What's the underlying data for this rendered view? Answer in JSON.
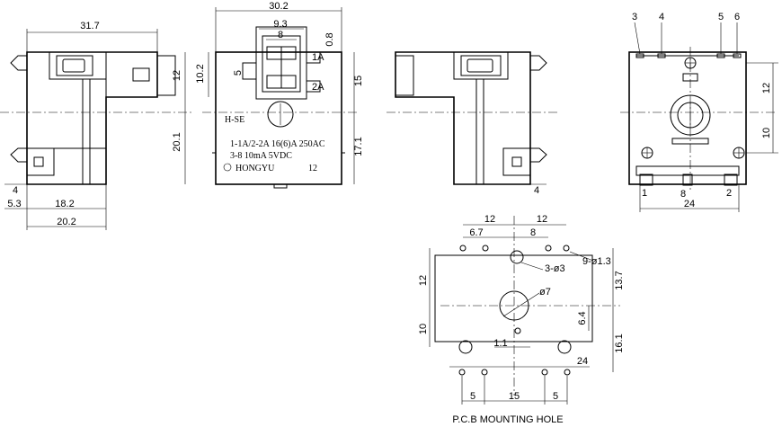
{
  "side_view": {
    "width_top": "31.7",
    "height_top": "12",
    "height_bottom": "20.1",
    "pin": "4",
    "offset": "5.3",
    "inner": "18.2",
    "total": "20.2"
  },
  "front_view": {
    "width": "30.2",
    "inner_width": "9.3",
    "pin_span": "8",
    "gap": "0.8",
    "left_h": "10.2",
    "left_small": "5",
    "right_h": "15",
    "lower_h": "17.1",
    "terminal_1a": "1A",
    "terminal_2a": "2A",
    "model": "H-SE",
    "rating_1": "1-1A/2-2A  16(6)A  250AC",
    "rating_2": "3-8  10mA  5VDC",
    "brand": "HONGYU",
    "coil": "12"
  },
  "rear_side_view": {
    "pin": "4"
  },
  "bottom_view": {
    "pin_labels": [
      "3",
      "4",
      "5",
      "6"
    ],
    "bottom_labels": [
      "1",
      "8",
      "2"
    ],
    "upper_h": "12",
    "lower_h": "10",
    "width": "24"
  },
  "pcb": {
    "top_left": "12",
    "top_right": "12",
    "spacing_a": "6.7",
    "spacing_b": "8",
    "holes_small": "9-ø1.3",
    "holes_mid": "3-ø3",
    "hole_center": "ø7",
    "left_upper": "12",
    "left_lower": "10",
    "right_upper": "13.7",
    "right_lower": "16.1",
    "offset_v": "6.4",
    "offset_h": "1.1",
    "span": "24",
    "bottom_left": "5",
    "bottom_mid": "15",
    "bottom_right": "5",
    "caption": "P.C.B MOUNTING HOLE"
  }
}
